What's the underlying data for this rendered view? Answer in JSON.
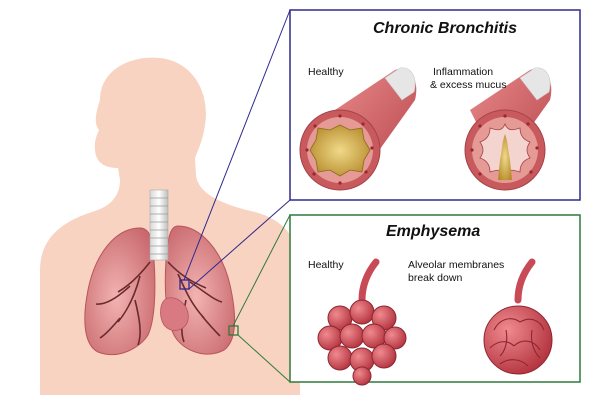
{
  "chronic_bronchitis": {
    "title": "Chronic Bronchitis",
    "healthy_label": "Healthy",
    "diseased_label_line1": "Inflammation",
    "diseased_label_line2": "& excess mucus",
    "border_color": "#2e2a8c"
  },
  "emphysema": {
    "title": "Emphysema",
    "healthy_label": "Healthy",
    "diseased_label_line1": "Alveolar membranes",
    "diseased_label_line2": "break down",
    "border_color": "#2f7a3a"
  },
  "colors": {
    "skin": "#f9d3c1",
    "lung": "#d98a8a",
    "bronchus_wall": "#c85a5e",
    "mucus": "#c9a43f",
    "alveoli": "#c94a57"
  }
}
